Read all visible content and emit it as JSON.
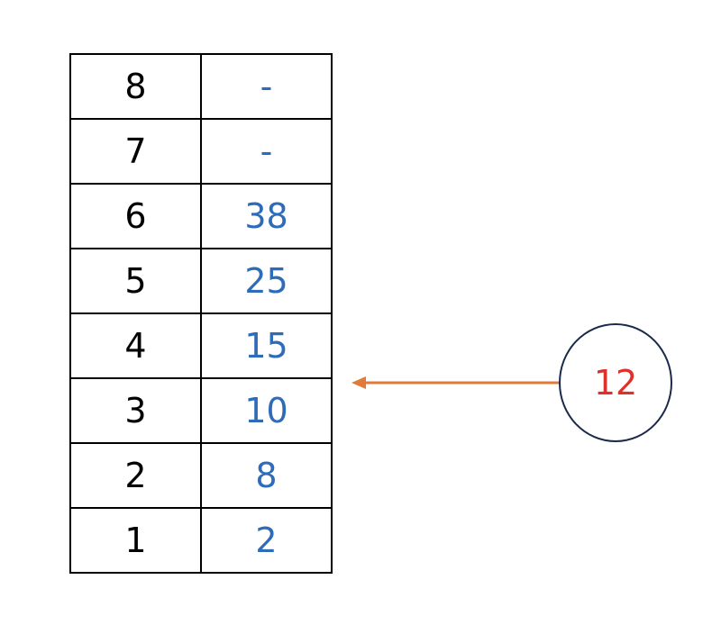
{
  "table": {
    "rows": [
      {
        "index": "8",
        "value": "-"
      },
      {
        "index": "7",
        "value": "-"
      },
      {
        "index": "6",
        "value": "38"
      },
      {
        "index": "5",
        "value": "25"
      },
      {
        "index": "4",
        "value": "15"
      },
      {
        "index": "3",
        "value": "10"
      },
      {
        "index": "2",
        "value": "8"
      },
      {
        "index": "1",
        "value": "2"
      }
    ]
  },
  "node": {
    "label": "12"
  },
  "colors": {
    "index_text": "#000000",
    "value_text": "#2e6bb8",
    "node_text": "#e0302a",
    "node_border": "#1a2a4a",
    "arrow": "#e07a3a"
  }
}
